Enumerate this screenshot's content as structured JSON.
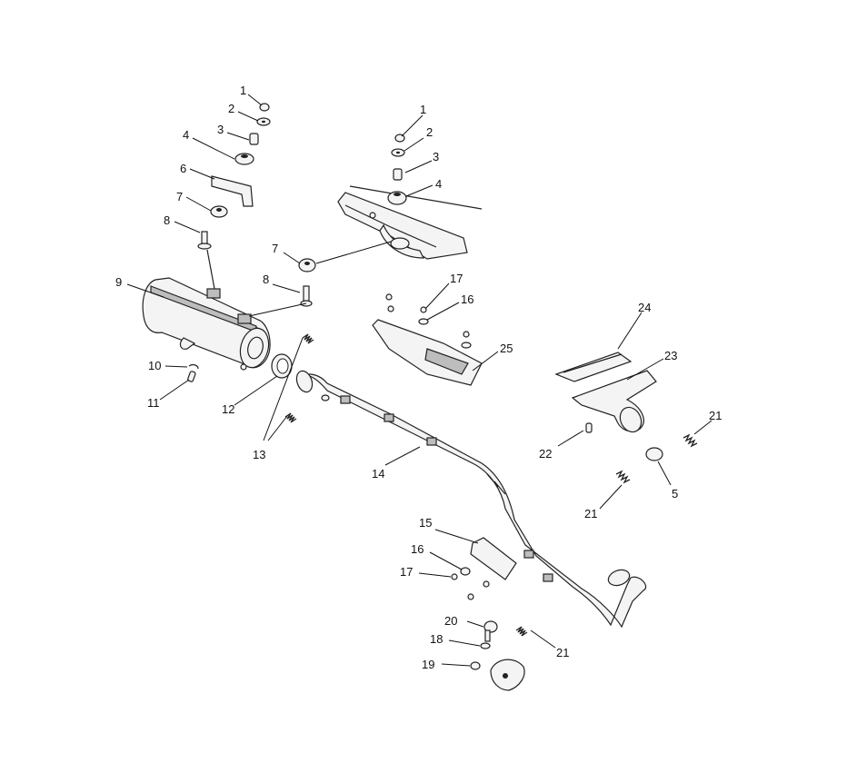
{
  "colors": {
    "line": "#222222",
    "paper": "#ffffff",
    "shade": "#bdbdbd"
  },
  "callouts": [
    {
      "id": "c1a",
      "label": "1"
    },
    {
      "id": "c2a",
      "label": "2"
    },
    {
      "id": "c3a",
      "label": "3"
    },
    {
      "id": "c4a",
      "label": "4"
    },
    {
      "id": "c6",
      "label": "6"
    },
    {
      "id": "c7a",
      "label": "7"
    },
    {
      "id": "c8a",
      "label": "8"
    },
    {
      "id": "c9",
      "label": "9"
    },
    {
      "id": "c10",
      "label": "10"
    },
    {
      "id": "c11",
      "label": "11"
    },
    {
      "id": "c12",
      "label": "12"
    },
    {
      "id": "c13",
      "label": "13"
    },
    {
      "id": "c14",
      "label": "14"
    },
    {
      "id": "c1b",
      "label": "1"
    },
    {
      "id": "c2b",
      "label": "2"
    },
    {
      "id": "c3b",
      "label": "3"
    },
    {
      "id": "c4b",
      "label": "4"
    },
    {
      "id": "c7b",
      "label": "7"
    },
    {
      "id": "c8b",
      "label": "8"
    },
    {
      "id": "c17a",
      "label": "17"
    },
    {
      "id": "c16a",
      "label": "16"
    },
    {
      "id": "c25",
      "label": "25"
    },
    {
      "id": "c24",
      "label": "24"
    },
    {
      "id": "c23",
      "label": "23"
    },
    {
      "id": "c22",
      "label": "22"
    },
    {
      "id": "c21a",
      "label": "21"
    },
    {
      "id": "c5",
      "label": "5"
    },
    {
      "id": "c21b",
      "label": "21"
    },
    {
      "id": "c15",
      "label": "15"
    },
    {
      "id": "c16b",
      "label": "16"
    },
    {
      "id": "c17b",
      "label": "17"
    },
    {
      "id": "c20",
      "label": "20"
    },
    {
      "id": "c18",
      "label": "18"
    },
    {
      "id": "c19",
      "label": "19"
    },
    {
      "id": "c21c",
      "label": "21"
    }
  ]
}
